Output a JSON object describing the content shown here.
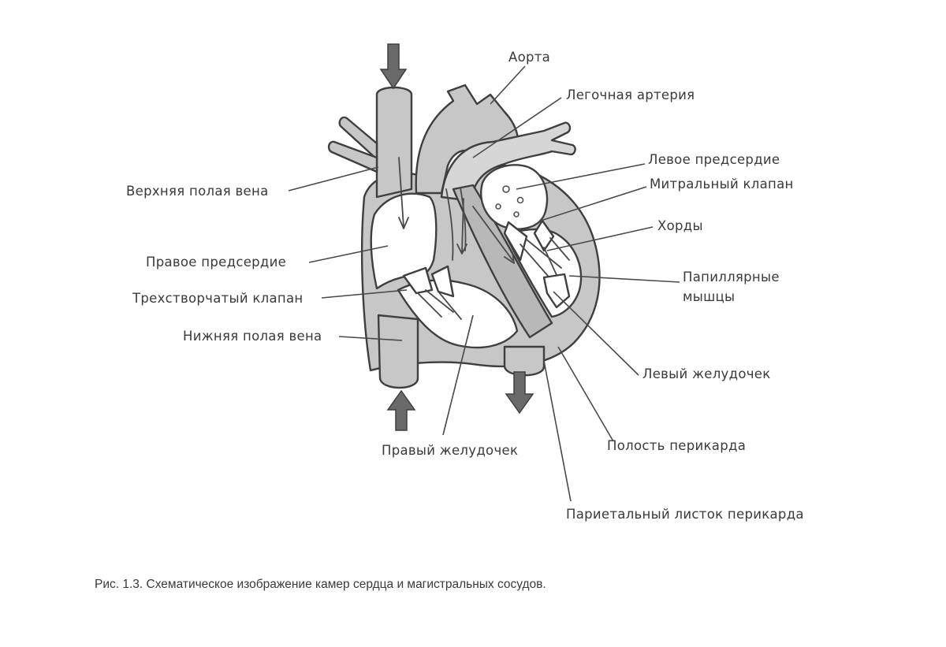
{
  "colors": {
    "wall_gray": "#c7c7c7",
    "chamber_white": "#ffffff",
    "arrow_gray": "#6a6a6a",
    "line": "#3f3f3f"
  },
  "labels": {
    "aorta": "Аорта",
    "pulmonary_artery": "Легочная артерия",
    "left_atrium": "Левое предсердие",
    "mitral_valve": "Митральный клапан",
    "chordae": "Хорды",
    "papillary_line1": "Папиллярные",
    "papillary_line2": "мышцы",
    "left_ventricle": "Левый желудочек",
    "pericardial_cavity": "Полость перикарда",
    "parietal_pericardium": "Париетальный листок перикарда",
    "superior_vena_cava": "Верхняя полая вена",
    "right_atrium": "Правое предсердие",
    "tricuspid_valve": "Трехстворчатый клапан",
    "inferior_vena_cava": "Нижняя полая вена",
    "right_ventricle": "Правый желудочек"
  },
  "caption": "Рис. 1.3. Схематическое изображение камер сердца и магистральных сосудов."
}
